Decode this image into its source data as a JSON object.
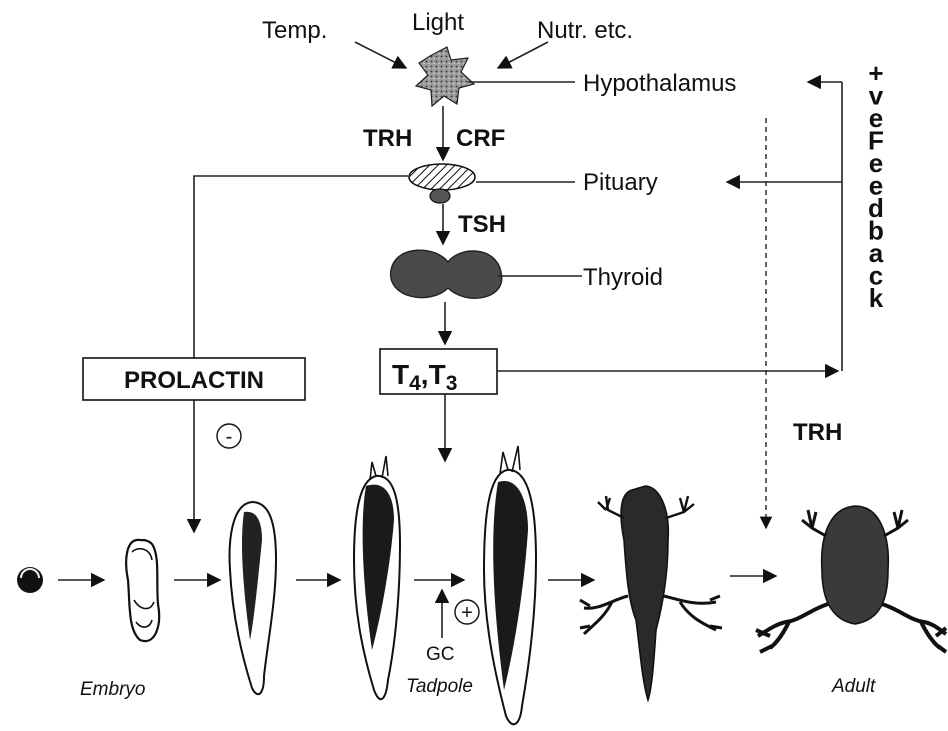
{
  "inputs": {
    "temp": "Temp.",
    "light": "Light",
    "nutr": "Nutr. etc."
  },
  "organs": {
    "hypothalamus": "Hypothalamus",
    "pituitary": "Pituary",
    "thyroid": "Thyroid"
  },
  "hormones": {
    "trh": "TRH",
    "crf": "CRF",
    "tsh": "TSH",
    "prolactin": "PROLACTIN",
    "t4": "T",
    "t4_sub": "4",
    "comma": ",",
    "t3": "T",
    "t3_sub": "3",
    "trh_adult": "TRH",
    "gc": "GC"
  },
  "signs": {
    "minus": "-",
    "plus": "+"
  },
  "feedback_label": "+ve Feedback",
  "stages": {
    "embryo": "Embryo",
    "tadpole": "Tadpole",
    "adult": "Adult"
  },
  "colors": {
    "ink": "#111111",
    "organ_fill": "#4a4a4a",
    "brain_fill": "#8a8a8a"
  }
}
